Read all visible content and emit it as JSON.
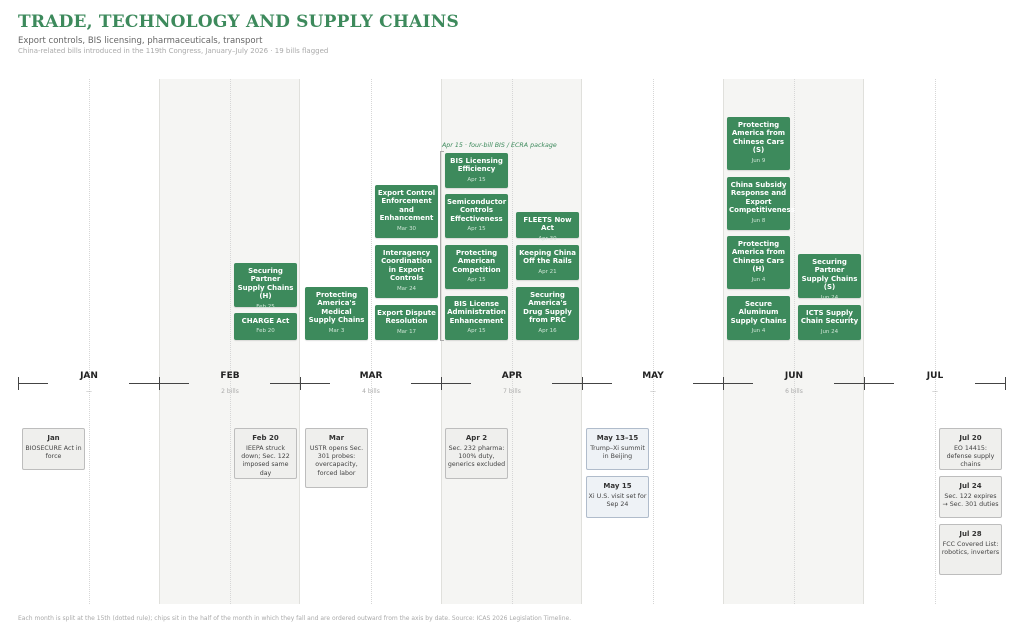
{
  "header": {
    "title": "TRADE, TECHNOLOGY AND SUPPLY CHAINS",
    "subtitle": "Export controls, BIS licensing, pharmaceuticals, transport",
    "meta": "China-related bills introduced in the 119th Congress, January–July 2026 · 19 bills flagged"
  },
  "months": [
    {
      "label": "JAN",
      "count": "—"
    },
    {
      "label": "FEB",
      "count": "2 bills"
    },
    {
      "label": "MAR",
      "count": "4 bills"
    },
    {
      "label": "APR",
      "count": "7 bills"
    },
    {
      "label": "MAY",
      "count": "—"
    },
    {
      "label": "JUN",
      "count": "6 bills"
    },
    {
      "label": "JUL",
      "count": "—"
    }
  ],
  "package_label": "Apr 15 · four-bill BIS / ECRA package",
  "bills": [
    {
      "title": "Securing Partner Supply Chains (H)",
      "date": "Feb 25"
    },
    {
      "title": "CHARGE Act",
      "date": "Feb 20"
    },
    {
      "title": "Protecting America's Medical Supply Chains",
      "date": "Mar 3"
    },
    {
      "title": "Export Control Enforcement and Enhancement",
      "date": "Mar 30"
    },
    {
      "title": "Interagency Coordination in Export Controls",
      "date": "Mar 24"
    },
    {
      "title": "Export Dispute Resolution",
      "date": "Mar 17"
    },
    {
      "title": "BIS Licensing Efficiency",
      "date": "Apr 15"
    },
    {
      "title": "Semiconductor Controls Effectiveness",
      "date": "Apr 15"
    },
    {
      "title": "Protecting American Competition",
      "date": "Apr 15"
    },
    {
      "title": "BIS License Administration Enhancement",
      "date": "Apr 15"
    },
    {
      "title": "FLEETS Now Act",
      "date": "Apr 30"
    },
    {
      "title": "Keeping China Off the Rails",
      "date": "Apr 21"
    },
    {
      "title": "Securing America's Drug Supply from PRC",
      "date": "Apr 16"
    },
    {
      "title": "Protecting America from Chinese Cars (S)",
      "date": "Jun 9"
    },
    {
      "title": "China Subsidy Response and Export Competitiveness",
      "date": "Jun 8"
    },
    {
      "title": "Protecting America from Chinese Cars (H)",
      "date": "Jun 4"
    },
    {
      "title": "Secure Aluminum Supply Chains",
      "date": "Jun 4"
    },
    {
      "title": "Securing Partner Supply Chains (S)",
      "date": "Jun 24"
    },
    {
      "title": "ICTS Supply Chain Security",
      "date": "Jun 24"
    }
  ],
  "events": [
    {
      "date": "Jan",
      "text": "BIOSECURE Act in force"
    },
    {
      "date": "Feb 20",
      "text": "IEEPA struck down; Sec. 122 imposed same day"
    },
    {
      "date": "Mar",
      "text": "USTR opens Sec. 301 probes: overcapacity, forced labor"
    },
    {
      "date": "Apr 2",
      "text": "Sec. 232 pharma: 100% duty, generics excluded"
    },
    {
      "date": "May 13–15",
      "text": "Trump–Xi summit in Beijing"
    },
    {
      "date": "May 15",
      "text": "Xi U.S. visit set for Sep 24"
    },
    {
      "date": "Jul 20",
      "text": "EO 14415: defense supply chains"
    },
    {
      "date": "Jul 24",
      "text": "Sec. 122 expires → Sec. 301 duties"
    },
    {
      "date": "Jul 28",
      "text": "FCC Covered List: robotics, inverters"
    }
  ],
  "footnote": "Each month is split at the 15th (dotted rule); chips sit in the half of the month in which they fall and are ordered outward from the axis by date.    Source: ICAS 2026 Legislation Timeline.",
  "colors": {
    "bill": "#3d8a5c",
    "band": "#f5f5f3",
    "event": "#efefed",
    "summit": "#eef2f6"
  }
}
